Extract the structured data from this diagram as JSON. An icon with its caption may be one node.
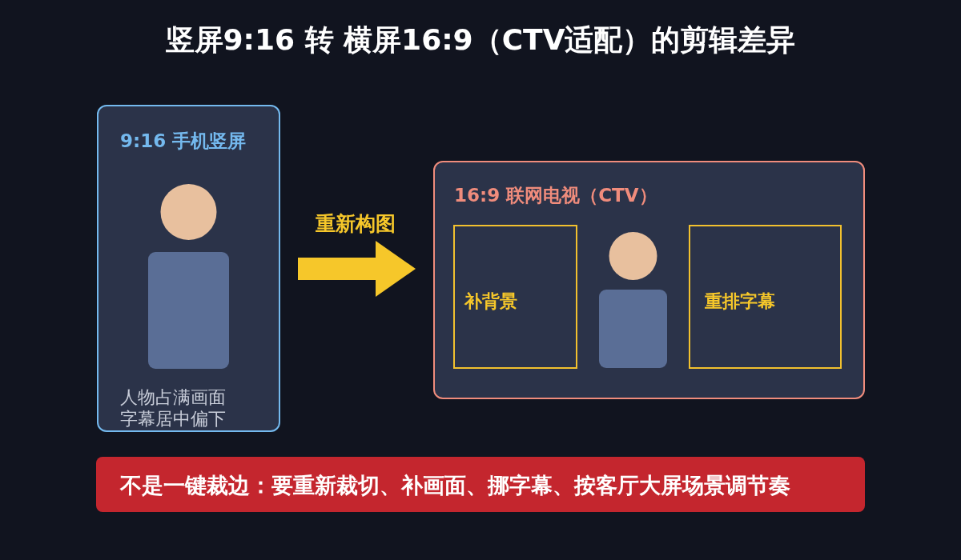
{
  "diagram": {
    "title": "竖屏9:16 转 横屏16:9（CTV适配）的剪辑差异",
    "nodes": [
      {
        "text": [
          "9:16 手机竖屏",
          "人物占满画面",
          "字幕居中偏下"
        ]
      },
      {
        "text": [
          "16:9 联网电视（CTV）"
        ]
      },
      {
        "text": [
          "补背景"
        ],
        "in": 1
      },
      {
        "text": [
          "重排字幕"
        ],
        "in": 1
      },
      {
        "text": [
          "不是一键裁边：要重新裁切、补画面、挪字幕、按客厅大屏场景调节奏"
        ]
      }
    ],
    "edges": [
      {
        "from": 0,
        "to": 1,
        "arrow": "to",
        "label": "重新构图"
      }
    ]
  }
}
